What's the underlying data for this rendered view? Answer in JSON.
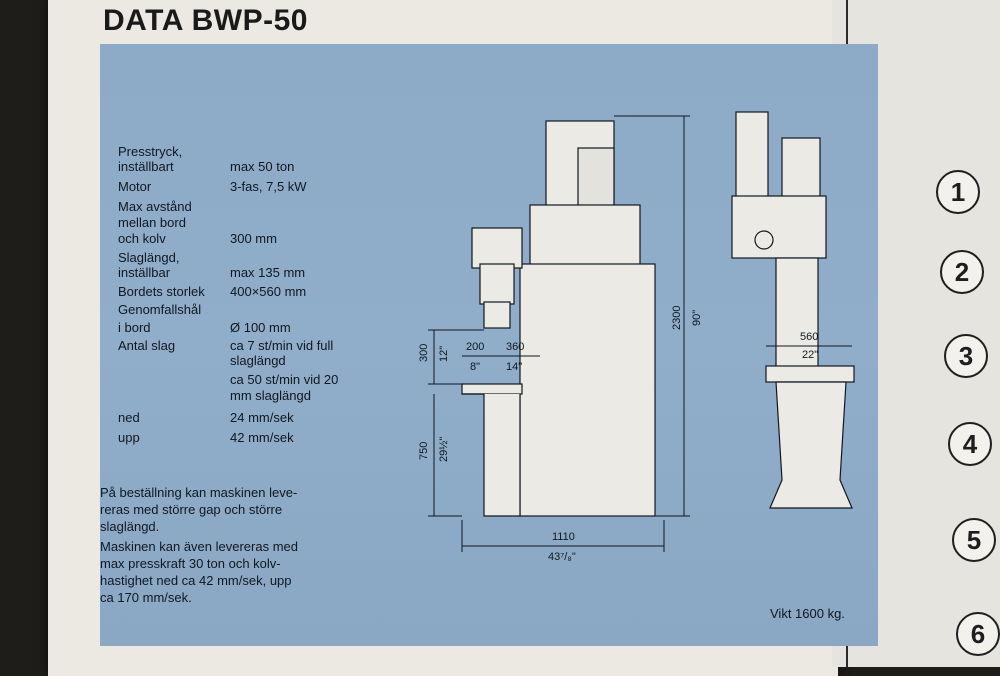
{
  "header": {
    "title": "DATA BWP-50"
  },
  "specs": [
    {
      "label": "Presstryck,",
      "value": ""
    },
    {
      "label": " inställbart",
      "value": "max 50 ton"
    },
    {
      "label": "Motor",
      "value": "3-fas, 7,5 kW"
    },
    {
      "label": "Max avstånd",
      "value": ""
    },
    {
      "label": " mellan bord",
      "value": ""
    },
    {
      "label": " och kolv",
      "value": "300 mm"
    },
    {
      "label": "Slaglängd,",
      "value": ""
    },
    {
      "label": " inställbar",
      "value": "max 135 mm"
    },
    {
      "label": "Bordets storlek",
      "value": "400×560 mm"
    },
    {
      "label": "Genomfallshål",
      "value": ""
    },
    {
      "label": " i bord",
      "value": "Ø 100 mm"
    },
    {
      "label": "Antal slag",
      "value": "ca 7 st/min vid full"
    },
    {
      "label": "",
      "value": "slaglängd"
    },
    {
      "label": "",
      "value": "ca 50 st/min vid 20"
    },
    {
      "label": "",
      "value": "mm slaglängd"
    },
    {
      "label": "ned",
      "value": "24 mm/sek"
    },
    {
      "label": "upp",
      "value": "42 mm/sek"
    }
  ],
  "notes": {
    "note1": [
      "På beställning kan maskinen leve-",
      "reras med större gap och större",
      "slaglängd."
    ],
    "note2": [
      "Maskinen kan även levereras med",
      "max presskraft 30 ton och kolv-",
      "hastighet ned ca 42 mm/sek, upp",
      "ca 170 mm/sek."
    ]
  },
  "weight": "Vikt 1600 kg.",
  "dimensions": {
    "height_mm": "2300",
    "height_in": "90\"",
    "width_mm": "1110",
    "width_in": "43⁷/₈\"",
    "gap_mm": "300",
    "gap_in": "12\"",
    "table_height_mm": "750",
    "table_height_in": "29½\"",
    "reach1_mm": "200",
    "reach1_in": "8\"",
    "reach2_mm": "360",
    "reach2_in": "14\"",
    "depth_mm": "560",
    "depth_in": "22\""
  },
  "side_numbers": [
    "1",
    "2",
    "3",
    "4",
    "5",
    "6"
  ]
}
